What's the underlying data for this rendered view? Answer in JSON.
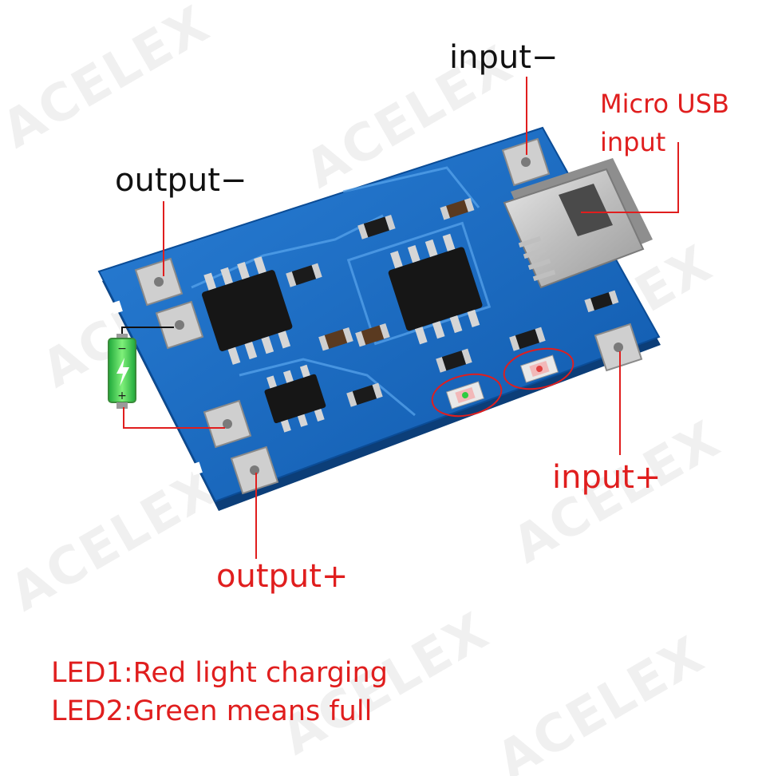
{
  "watermark": "ACELEX",
  "labels": {
    "input_minus": "input−",
    "micro_usb_line1": "Micro USB",
    "micro_usb_line2": "input",
    "output_minus": "output−",
    "input_plus": "input+",
    "output_plus": "output+"
  },
  "notes": {
    "led1": "LED1:Red light charging",
    "led2": "LED2:Green means full"
  },
  "colors": {
    "pcb": "#1867c2",
    "callout": "#e01e1e",
    "battery": "#2ecc40"
  }
}
